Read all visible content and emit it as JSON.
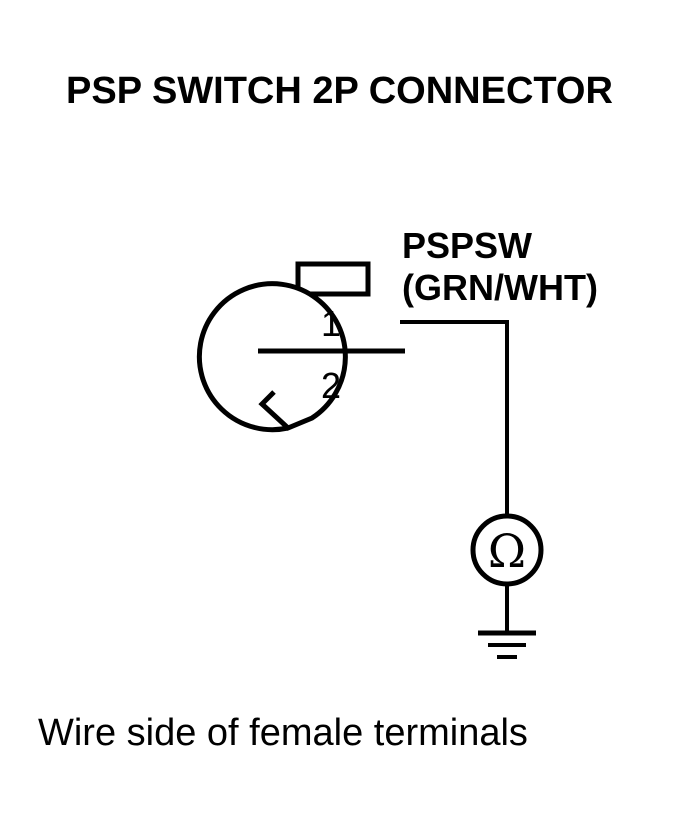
{
  "title": "PSP SWITCH 2P CONNECTOR",
  "connector": {
    "pins": [
      "1",
      "2"
    ]
  },
  "wire": {
    "name": "PSPSW",
    "color": "(GRN/WHT)"
  },
  "meter": {
    "symbol": "Ω"
  },
  "caption": "Wire side of female terminals",
  "colors": {
    "line": "#000000",
    "background": "#ffffff"
  }
}
